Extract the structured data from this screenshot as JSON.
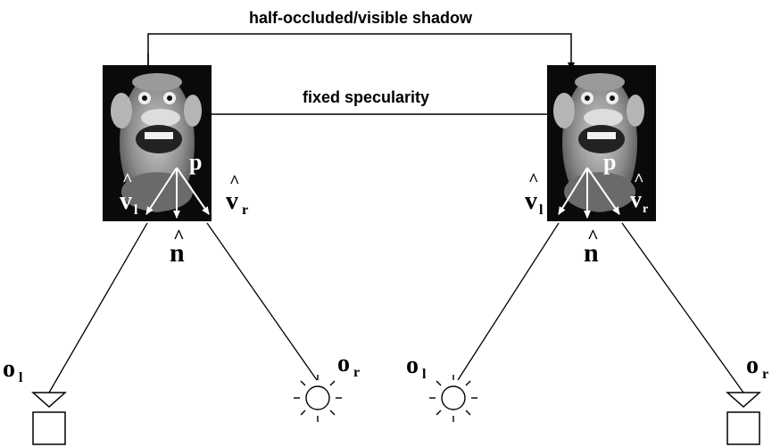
{
  "labels": {
    "top_link": "half-occluded/visible shadow",
    "mid_link": "fixed specularity",
    "point": "p",
    "normal": "n",
    "v_left": "v",
    "v_left_sub": "l",
    "v_right": "v",
    "v_right_sub": "r",
    "hat": "^",
    "o_left": "o",
    "o_left_sub": "l",
    "o_right": "o",
    "o_right_sub": "r"
  },
  "panels": [
    {
      "id": "left",
      "camera_side": "left",
      "light_side": "right"
    },
    {
      "id": "right",
      "camera_side": "right",
      "light_side": "left"
    }
  ],
  "icon_names": [
    "camera-icon",
    "light-source-icon",
    "toy-photo-image"
  ]
}
